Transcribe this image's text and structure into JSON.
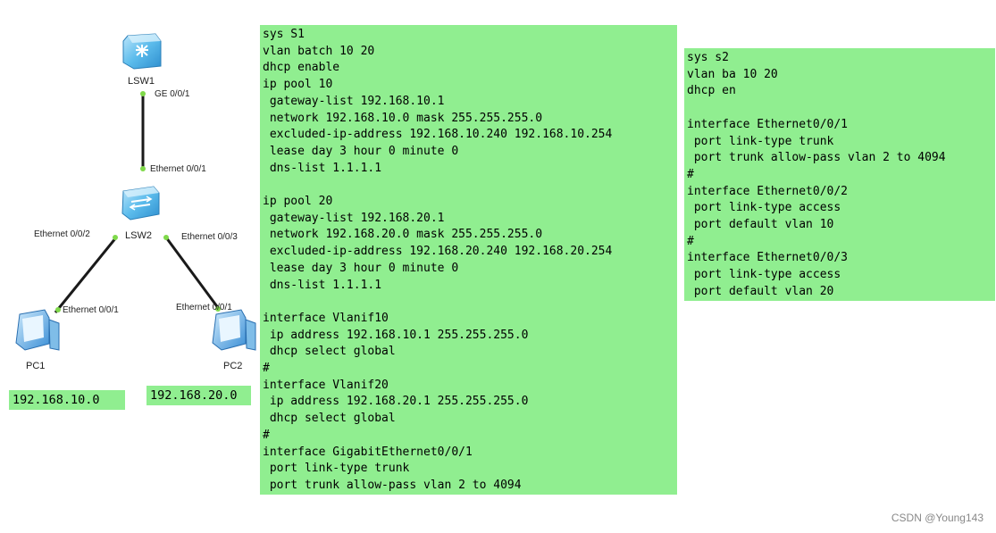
{
  "topology": {
    "devices": {
      "lsw1": "LSW1",
      "lsw2": "LSW2",
      "pc1": "PC1",
      "pc2": "PC2"
    },
    "ports": {
      "lsw1_down": "GE 0/0/1",
      "lsw2_up": "Ethernet 0/0/1",
      "lsw2_left": "Ethernet 0/0/2",
      "lsw2_right": "Ethernet 0/0/3",
      "pc1_port": "Ethernet 0/0/1",
      "pc2_port": "Ethernet 0/0/1"
    },
    "subnets": {
      "pc1": "192.168.10.0",
      "pc2": "192.168.20.0"
    },
    "colors": {
      "highlight": "#90EE90",
      "link": "#1a1a1a",
      "port_dot": "#7fd94a",
      "switch_blue": "#4fb3e8",
      "pc_blue": "#3b8fd6"
    }
  },
  "configs": {
    "s1": "sys S1\nvlan batch 10 20\ndhcp enable\nip pool 10\n gateway-list 192.168.10.1\n network 192.168.10.0 mask 255.255.255.0\n excluded-ip-address 192.168.10.240 192.168.10.254\n lease day 3 hour 0 minute 0\n dns-list 1.1.1.1\n\nip pool 20\n gateway-list 192.168.20.1\n network 192.168.20.0 mask 255.255.255.0\n excluded-ip-address 192.168.20.240 192.168.20.254\n lease day 3 hour 0 minute 0\n dns-list 1.1.1.1\n\ninterface Vlanif10\n ip address 192.168.10.1 255.255.255.0\n dhcp select global\n#\ninterface Vlanif20\n ip address 192.168.20.1 255.255.255.0\n dhcp select global\n#\ninterface GigabitEthernet0/0/1\n port link-type trunk\n port trunk allow-pass vlan 2 to 4094",
    "s2": "sys s2\nvlan ba 10 20\ndhcp en\n\ninterface Ethernet0/0/1\n port link-type trunk\n port trunk allow-pass vlan 2 to 4094\n#\ninterface Ethernet0/0/2\n port link-type access\n port default vlan 10\n#\ninterface Ethernet0/0/3\n port link-type access\n port default vlan 20"
  },
  "watermark": "CSDN @Young143"
}
